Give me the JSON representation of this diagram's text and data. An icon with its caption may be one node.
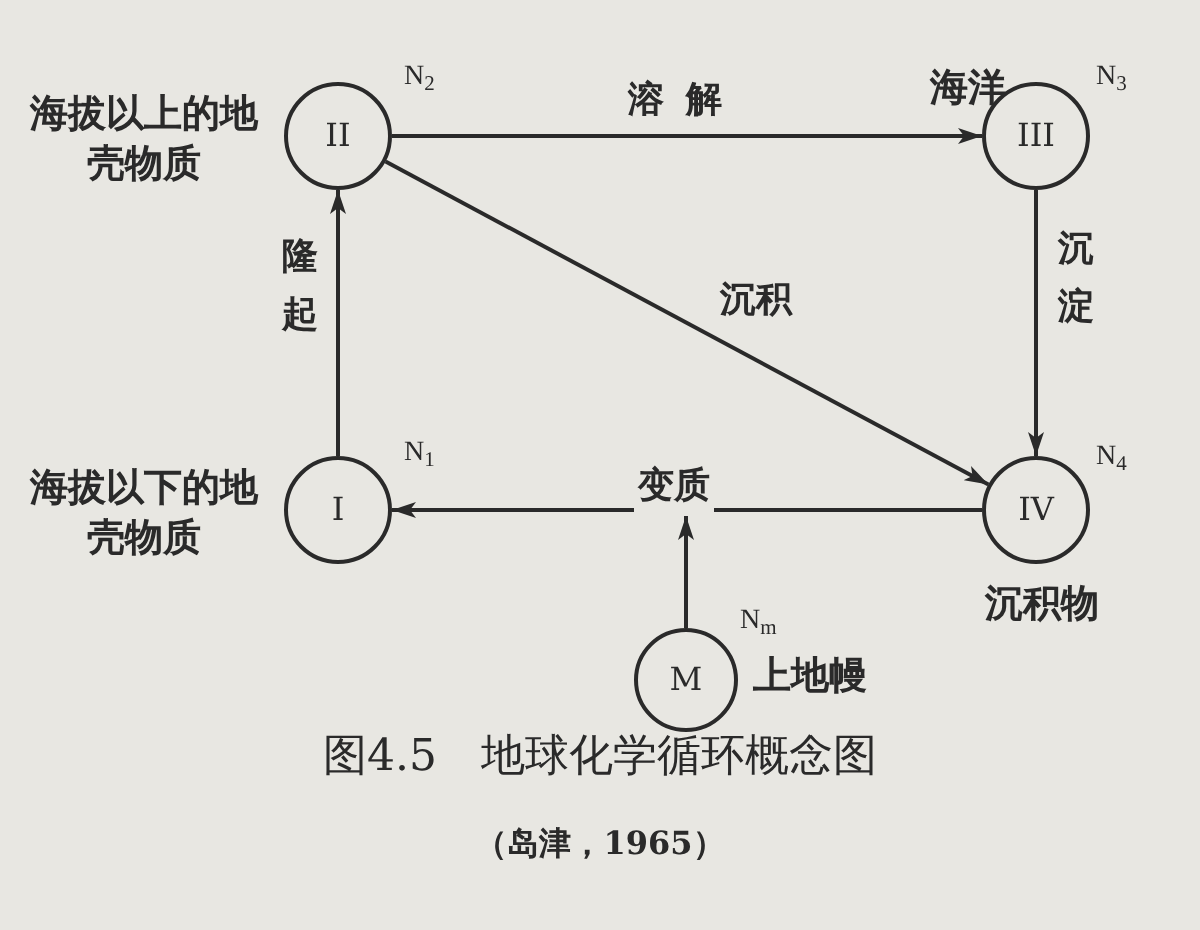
{
  "diagram": {
    "caption": "图4.5　地球化学循环概念图",
    "nodes": [
      {
        "text": [
          "II"
        ],
        "beside": [
          "海拔以上的地壳物质",
          "N$_{2}$"
        ]
      },
      {
        "text": [
          "III"
        ],
        "beside": [
          "海洋",
          "N$_{3}$"
        ]
      },
      {
        "text": [
          "I"
        ],
        "beside": [
          "海拔以下的地壳物质",
          "N$_{1}$"
        ]
      },
      {
        "text": [
          "IV"
        ],
        "beside": [
          "N$_{4}$",
          "沉积物"
        ]
      },
      {
        "text": [
          "M"
        ],
        "beside": [
          "N$_{m}$",
          "上地幔"
        ]
      }
    ],
    "edges": [
      {
        "from": 0,
        "to": 1,
        "arrow": "to",
        "label": "溶解"
      },
      {
        "from": 1,
        "to": 3,
        "arrow": "to",
        "label": "沉淀"
      },
      {
        "from": 0,
        "to": 3,
        "arrow": "to",
        "label": "沉积"
      },
      {
        "from": 3,
        "to": 2,
        "arrow": "to",
        "label": "变质"
      },
      {
        "from": 2,
        "to": 0,
        "arrow": "to",
        "label": "隆起"
      },
      {
        "from": 4,
        "to": null,
        "arrow": "to"
      }
    ],
    "labels": [
      "（岛津，1965）"
    ]
  }
}
